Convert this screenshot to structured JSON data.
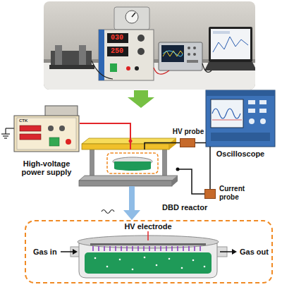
{
  "diagram": {
    "nodes": [
      {
        "text": [
          "High-voltage power supply"
        ]
      },
      {
        "text": [
          "HV probe"
        ]
      },
      {
        "text": [
          "Oscilloscope"
        ]
      },
      {
        "text": [
          "DBD reactor"
        ]
      },
      {
        "text": [
          "Current probe"
        ]
      },
      {
        "text": [
          "HV electrode",
          "Gas in",
          "Gas out"
        ]
      }
    ],
    "edges": [
      {
        "from": 0,
        "to": 3,
        "arrow": "none"
      },
      {
        "from": 3,
        "to": 1,
        "arrow": "none"
      },
      {
        "from": 1,
        "to": 2,
        "arrow": "none"
      },
      {
        "from": 3,
        "to": 4,
        "arrow": "none"
      },
      {
        "from": 4,
        "to": 2,
        "arrow": "none"
      },
      {
        "from": 3,
        "to": 5,
        "arrow": "to"
      }
    ],
    "labels": [
      "030",
      "250",
      "CTK"
    ]
  }
}
